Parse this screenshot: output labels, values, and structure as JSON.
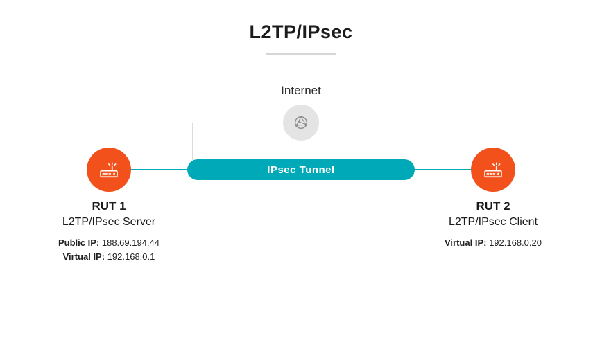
{
  "title": "L2TP/IPsec",
  "internet_label": "Internet",
  "tunnel_label": "IPsec Tunnel",
  "icons": {
    "internet": "globe-network-icon",
    "router": "wireless-router-icon"
  },
  "colors": {
    "accent_orange": "#f2511b",
    "accent_teal": "#00a9b7",
    "globe_background": "#e4e4e4",
    "globe_glyph": "#8d8d8d",
    "bracket_gray": "#dcdcdc",
    "text_dark": "#1b1b1b"
  },
  "routers": [
    {
      "name": "RUT 1",
      "role": "L2TP/IPsec Server",
      "ips": [
        {
          "label": "Public IP:",
          "value": "188.69.194.44"
        },
        {
          "label": "Virtual IP:",
          "value": "192.168.0.1"
        }
      ]
    },
    {
      "name": "RUT 2",
      "role": "L2TP/IPsec Client",
      "ips": [
        {
          "label": "Virtual IP:",
          "value": "192.168.0.20"
        }
      ]
    }
  ]
}
